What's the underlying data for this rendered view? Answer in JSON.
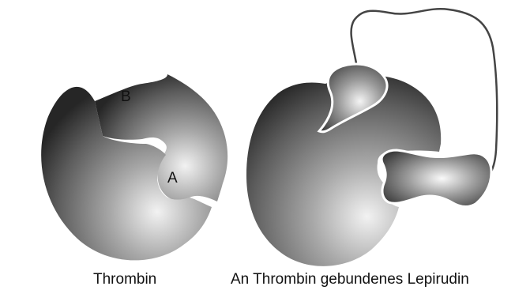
{
  "labels": {
    "site_b": "B",
    "site_a": "A",
    "caption_left": "Thrombin",
    "caption_right": "An Thrombin gebundenes Lepirudin"
  },
  "colors": {
    "sphere_light": "#eeeeee",
    "sphere_mid": "#8a8a8a",
    "sphere_dark": "#2a2a2a",
    "tether": "#444444",
    "outline": "#ffffff"
  }
}
